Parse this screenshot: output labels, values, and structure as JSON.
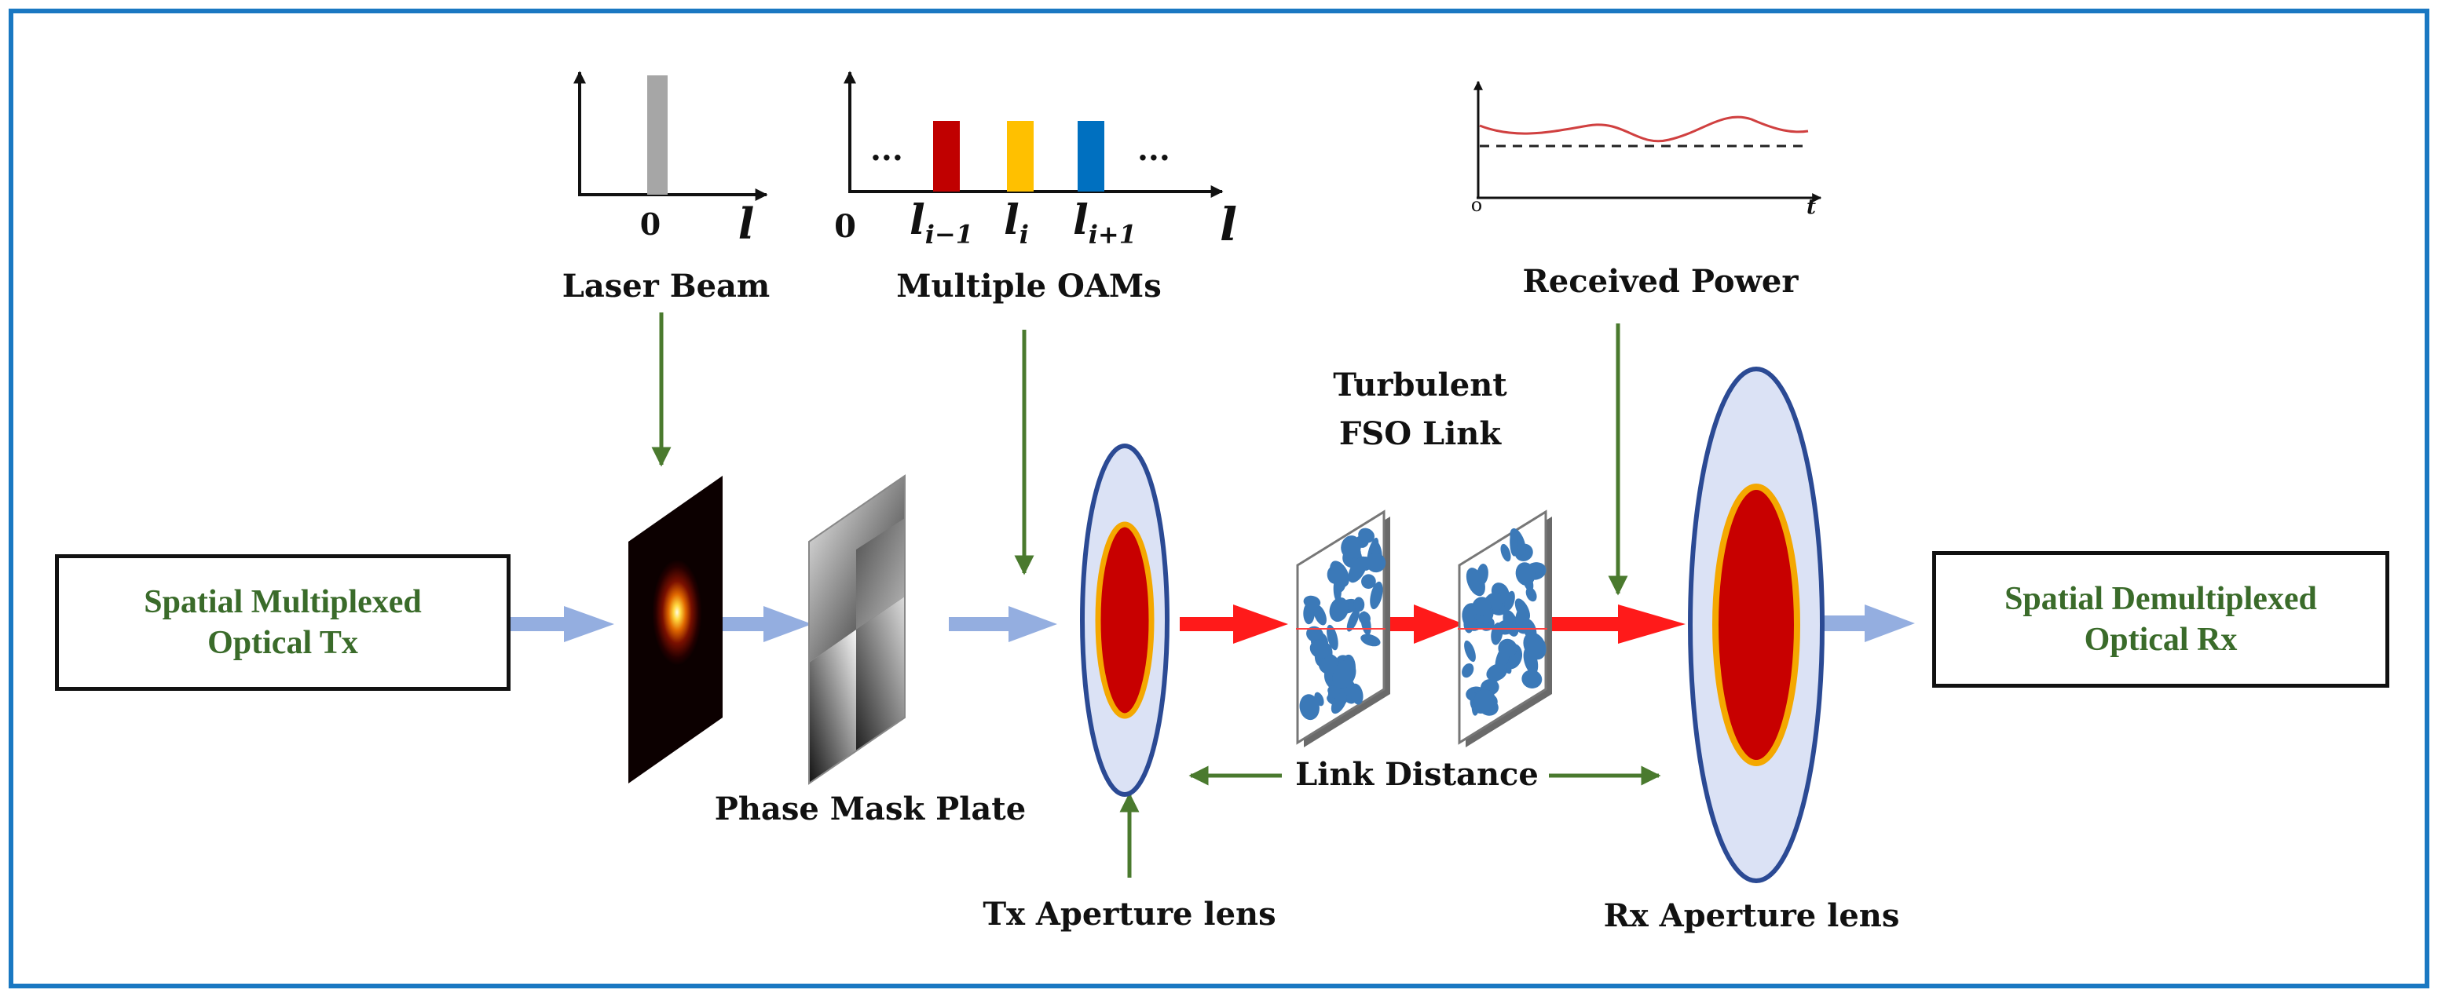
{
  "diagram": {
    "tx_box": {
      "line1": "Spatial Multiplexed",
      "line2": "Optical Tx"
    },
    "rx_box": {
      "line1": "Spatial Demultiplexed",
      "line2": "Optical Rx"
    },
    "laser_beam": {
      "label": "Laser Beam",
      "tick_zero": "0",
      "axis_l": "l"
    },
    "multiple_oams": {
      "label": "Multiple OAMs",
      "tick_zero": "0",
      "axis_l": "l",
      "dots_left": "...",
      "dots_right": "...",
      "mode_labels": [
        "l",
        "l",
        "l"
      ],
      "mode_subscripts": [
        "i−1",
        "i",
        "i+1"
      ]
    },
    "received_power": {
      "label": "Received Power",
      "origin": "o",
      "axis_t": "t"
    },
    "phase_mask": {
      "label": "Phase Mask Plate"
    },
    "turbulent_link": {
      "line1": "Turbulent",
      "line2": "FSO Link"
    },
    "link_distance": {
      "label": "Link Distance"
    },
    "tx_lens": {
      "label": "Tx Aperture lens"
    },
    "rx_lens": {
      "label": "Rx Aperture lens"
    }
  },
  "colors": {
    "frame": "#1a78c2",
    "arrow_green": "#4a7a2e",
    "beam_blue": "#94aee0",
    "beam_red": "#ff1a1a",
    "lens_outline": "#2b4a94",
    "lens_fill": "#dbe2f5",
    "core_red": "#c80000",
    "core_ring": "#f4a800",
    "oam_bars": [
      "#c00000",
      "#ffc000",
      "#0070c0"
    ],
    "zero_bar": "#a6a6a6",
    "power_curve": "#d04040",
    "turbulence_blob": "#3b79b8"
  }
}
